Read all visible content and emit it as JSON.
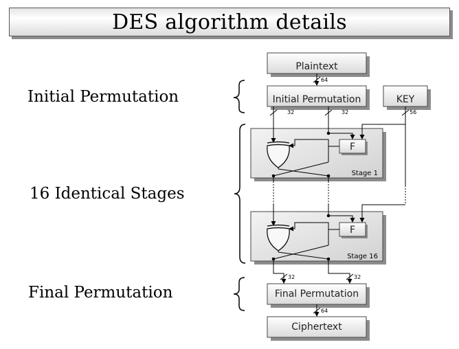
{
  "title": "DES algorithm details",
  "labels": {
    "initial": "Initial Permutation",
    "stages": "16 Identical Stages",
    "final": "Final Permutation"
  },
  "boxes": {
    "plaintext": "Plaintext",
    "initial_permutation": "Initial Permutation",
    "key": "KEY",
    "f1": "F",
    "f16": "F",
    "stage1": "Stage 1",
    "stage16": "Stage 16",
    "final_permutation": "Final Permutation",
    "ciphertext": "Ciphertext"
  },
  "bus_widths": {
    "plaintext_out": "64",
    "ip_left": "32",
    "ip_right": "32",
    "key_out": "56",
    "fp_left_in": "32",
    "fp_right_in": "32",
    "fp_out": "64"
  }
}
